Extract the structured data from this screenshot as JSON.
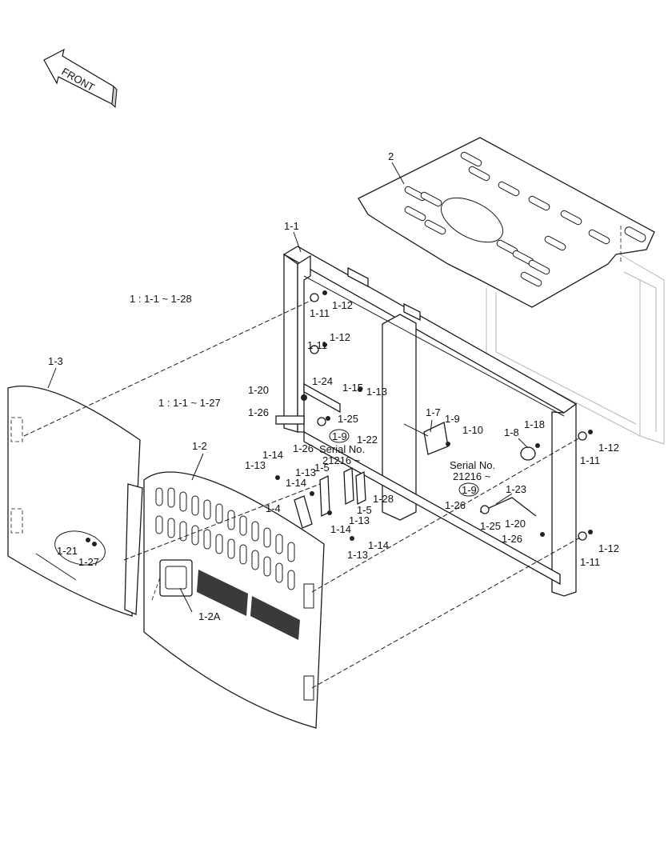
{
  "front_arrow": {
    "label": "FRONT"
  },
  "notes": {
    "range_1": "1 : 1-1 ~ 1-28",
    "range_2": "1 : 1-1 ~ 1-27"
  },
  "serial_notes": [
    {
      "ref": "1-9",
      "line1": "Serial No.",
      "line2": "21216 ~"
    },
    {
      "ref": "1-9",
      "line1": "Serial No.",
      "line2": "21216 ~"
    }
  ],
  "parts": [
    {
      "id": "p-2",
      "label": "2"
    },
    {
      "id": "p-1-1",
      "label": "1-1"
    },
    {
      "id": "p-1-2",
      "label": "1-2"
    },
    {
      "id": "p-1-2a",
      "label": "1-2A"
    },
    {
      "id": "p-1-3",
      "label": "1-3"
    },
    {
      "id": "p-1-4",
      "label": "1-4"
    },
    {
      "id": "p-1-5a",
      "label": "1-5"
    },
    {
      "id": "p-1-5b",
      "label": "1-5"
    },
    {
      "id": "p-1-7",
      "label": "1-7"
    },
    {
      "id": "p-1-8",
      "label": "1-8"
    },
    {
      "id": "p-1-9",
      "label": "1-9"
    },
    {
      "id": "p-1-10",
      "label": "1-10"
    },
    {
      "id": "p-1-11a",
      "label": "1-11"
    },
    {
      "id": "p-1-11b",
      "label": "1-11"
    },
    {
      "id": "p-1-11c",
      "label": "1-11"
    },
    {
      "id": "p-1-11d",
      "label": "1-11"
    },
    {
      "id": "p-1-12a",
      "label": "1-12"
    },
    {
      "id": "p-1-12b",
      "label": "1-12"
    },
    {
      "id": "p-1-12c",
      "label": "1-12"
    },
    {
      "id": "p-1-12d",
      "label": "1-12"
    },
    {
      "id": "p-1-13a",
      "label": "1-13"
    },
    {
      "id": "p-1-13b",
      "label": "1-13"
    },
    {
      "id": "p-1-13c",
      "label": "1-13"
    },
    {
      "id": "p-1-13d",
      "label": "1-13"
    },
    {
      "id": "p-1-13e",
      "label": "1-13"
    },
    {
      "id": "p-1-14a",
      "label": "1-14"
    },
    {
      "id": "p-1-14b",
      "label": "1-14"
    },
    {
      "id": "p-1-14c",
      "label": "1-14"
    },
    {
      "id": "p-1-14d",
      "label": "1-14"
    },
    {
      "id": "p-1-15",
      "label": "1-15"
    },
    {
      "id": "p-1-18",
      "label": "1-18"
    },
    {
      "id": "p-1-20a",
      "label": "1-20"
    },
    {
      "id": "p-1-20b",
      "label": "1-20"
    },
    {
      "id": "p-1-21",
      "label": "1-21"
    },
    {
      "id": "p-1-22",
      "label": "1-22"
    },
    {
      "id": "p-1-23",
      "label": "1-23"
    },
    {
      "id": "p-1-24",
      "label": "1-24"
    },
    {
      "id": "p-1-25a",
      "label": "1-25"
    },
    {
      "id": "p-1-25b",
      "label": "1-25"
    },
    {
      "id": "p-1-26a",
      "label": "1-26"
    },
    {
      "id": "p-1-26b",
      "label": "1-26"
    },
    {
      "id": "p-1-26c",
      "label": "1-26"
    },
    {
      "id": "p-1-26d",
      "label": "1-26"
    },
    {
      "id": "p-1-27",
      "label": "1-27"
    },
    {
      "id": "p-1-28",
      "label": "1-28"
    }
  ]
}
